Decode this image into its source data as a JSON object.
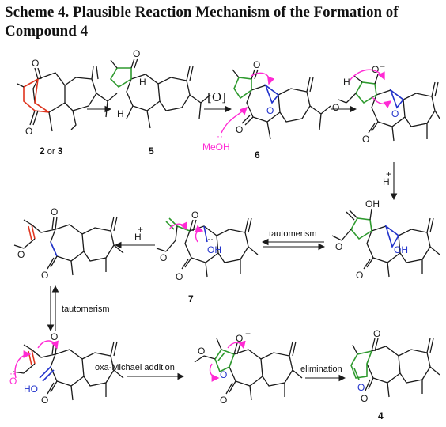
{
  "caption": "Scheme 4. Plausible Reaction Mechanism of the Formation of Compound 4",
  "compounds": {
    "start_a": "2",
    "start_or": " or ",
    "start_b": "3",
    "c5": "5",
    "c6": "6",
    "c7": "7",
    "c4": "4"
  },
  "arrow_labels": {
    "oxidation": "[O]",
    "proton1": "H",
    "proton1_charge": "+",
    "proton2": "H",
    "proton2_charge": "+",
    "tautomerism_top": "tautomerism",
    "tautomerism_left": "tautomerism",
    "oxa_michael": "oxa-Michael addition",
    "elimination": "elimination"
  },
  "atoms": {
    "meoh": "MeOH",
    "o": "O",
    "oh": "OH",
    "ho": "HO",
    "h": "H",
    "minus": "−",
    "lone_pair": "··"
  },
  "colors": {
    "highlight_red": "#e0341e",
    "highlight_green": "#2e9a2e",
    "highlight_blue": "#2233cc",
    "arrow_pink": "#ff2ad4"
  }
}
